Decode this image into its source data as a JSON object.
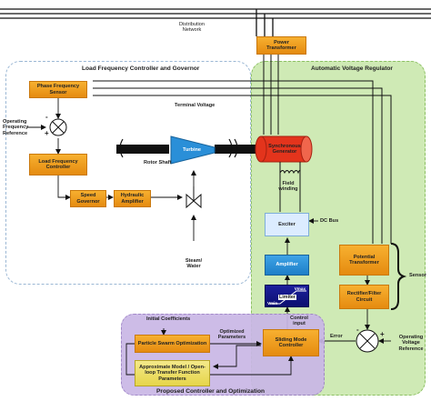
{
  "network": {
    "label_line1": "Distribution",
    "label_line2": "Network"
  },
  "zones": {
    "lfc_title": "Load Frequency Controller and Governor",
    "avr_title": "Automatic Voltage Regulator",
    "opt_title": "Proposed Controller and Optimization"
  },
  "blocks": {
    "power_transformer": "Power Transformer",
    "phase_freq_sensor": "Phase Frequency Sensor",
    "load_freq_controller": "Load Frequency Controller",
    "speed_governor": "Speed Governor",
    "hydraulic_amplifier": "Hydraulic Amplifier",
    "turbine": "Turbine",
    "sync_generator": "Synchronous Generator",
    "exciter": "Exciter",
    "amplifier": "Amplifier",
    "limiter": "Limiter",
    "vmax": "Vmax",
    "vmin": "Vmin",
    "potential_transformer": "Potential Transformer",
    "rectifier_filter": "Rectifier/Filter Circuit",
    "pso": "Particle Swarm Optimization",
    "smc": "Sliding Mode Controller",
    "approx_model": "Approximate Model / Open-loop Transfer Function Parameters"
  },
  "labels": {
    "terminal_voltage": "Terminal Voltage",
    "op_freq_ref": "Operating Frequency Reference",
    "rotor_shaft": "Rotor Shaft",
    "field_winding": "Field winding",
    "dc_bus": "DC Bus",
    "steam_water": "Steam/ Water",
    "sensor": "Sensor",
    "initial_coefficients": "Initial Coefficients",
    "optimized_parameters": "Optimized Parameters",
    "control_input": "Control input",
    "error": "Error",
    "op_voltage_ref": "Operating Voltage Reference",
    "plus": "+",
    "minus": "-"
  },
  "colors": {
    "orange": "#f0a020",
    "yellow": "#e8dc60",
    "blue": "#2a8fd8",
    "light_blue": "#dcecff",
    "navy": "#10137e",
    "avr_green": "#cfeab5",
    "opt_purple": "#c9b7e6",
    "generator_red": "#e3341c"
  }
}
